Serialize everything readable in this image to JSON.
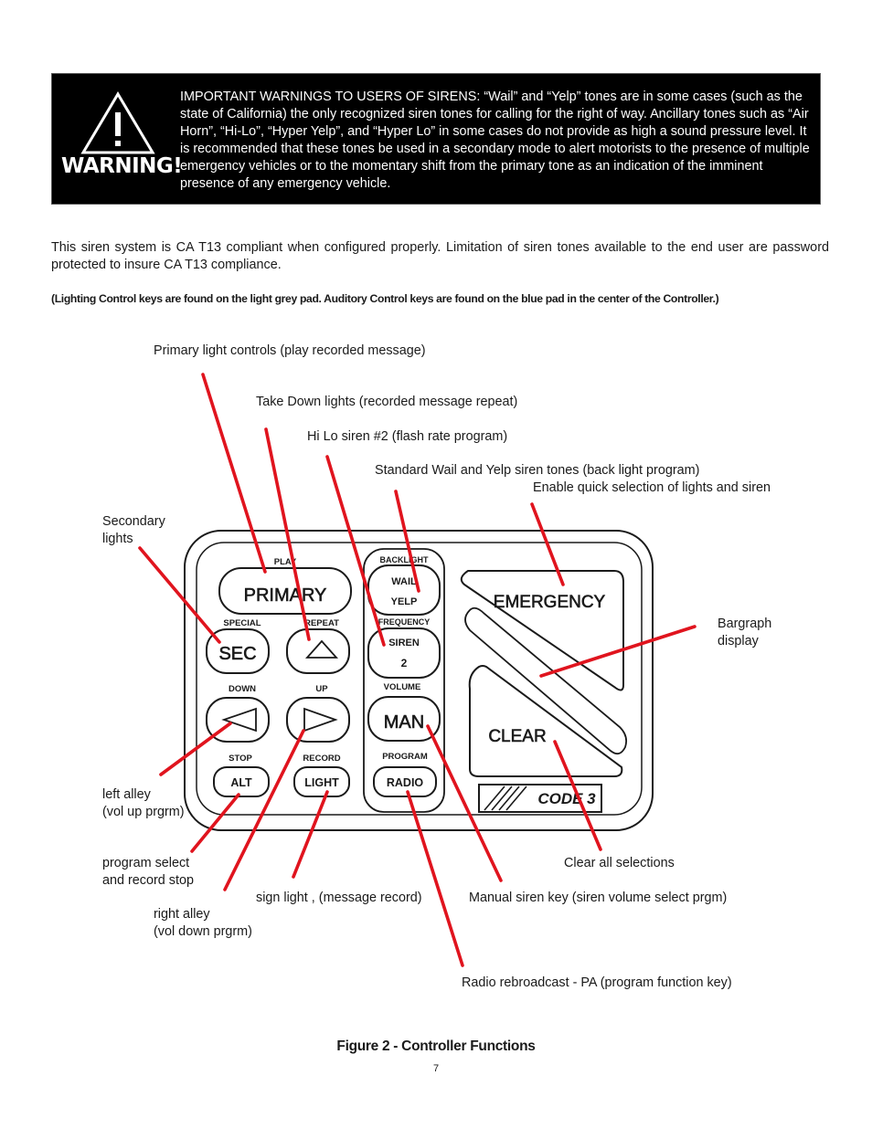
{
  "warning": {
    "title": "WARNING!",
    "text": "IMPORTANT WARNINGS TO USERS OF SIRENS:  “Wail” and “Yelp” tones are in some cases (such as the state of California) the only recognized siren tones for calling for the right of way.  Ancillary tones such as “Air Horn”, “Hi-Lo”, “Hyper Yelp”, and “Hyper Lo” in some cases do not provide as high a sound pressure level.  It is recommended that these tones be used in a secondary mode to alert motorists to the presence of multiple emergency vehicles or to the momentary shift from the primary tone as an indication of the imminent presence of any emergency vehicle."
  },
  "compliance_text": "This siren system is CA T13 compliant when configured properly.   Limitation of siren tones available to the end user are password protected to insure CA T13 compliance.",
  "pad_note": "(Lighting Control keys are found on the light grey pad. Auditory Control keys are found on the blue pad in the center of the Controller.)",
  "callouts": {
    "primary": "Primary light controls (play recorded message)",
    "takedown": "Take Down lights (recorded message repeat)",
    "hilo": "Hi Lo siren #2 (flash rate program)",
    "wailyelp": "Standard Wail and Yelp siren tones (back light program)",
    "emergency": "Enable quick selection of lights and siren",
    "secondary": [
      "Secondary",
      "lights"
    ],
    "bargraph": [
      "Bargraph",
      "display"
    ],
    "left_alley": [
      "left alley",
      "(vol up prgrm)"
    ],
    "program_select": [
      "program select",
      "and record stop"
    ],
    "right_alley": [
      "right alley",
      "(vol down prgrm)"
    ],
    "sign_light": "sign light , (message record)",
    "manual": "Manual siren key (siren volume select prgm)",
    "clear_all": "Clear all selections",
    "radio": "Radio rebroadcast - PA (program function key)"
  },
  "controller": {
    "play": "PLAY",
    "primary": "PRIMARY",
    "special": "SPECIAL",
    "repeat": "REPEAT",
    "sec": "SEC",
    "down": "DOWN",
    "up": "UP",
    "stop": "STOP",
    "record": "RECORD",
    "alt": "ALT",
    "light": "LIGHT",
    "backlight": "BACKLIGHT",
    "wail": "WAIL",
    "yelp": "YELP",
    "frequency": "FREQUENCY",
    "siren": "SIREN",
    "siren_num": "2",
    "volume": "VOLUME",
    "man": "MAN",
    "program": "PROGRAM",
    "radio": "RADIO",
    "emergency": "EMERGENCY",
    "clear": "CLEAR",
    "logo": "CODE 3"
  },
  "figure_caption": "Figure 2 - Controller Functions",
  "page_number": "7",
  "colors": {
    "pointer": "#e0141e",
    "warning_bg": "#000000"
  }
}
